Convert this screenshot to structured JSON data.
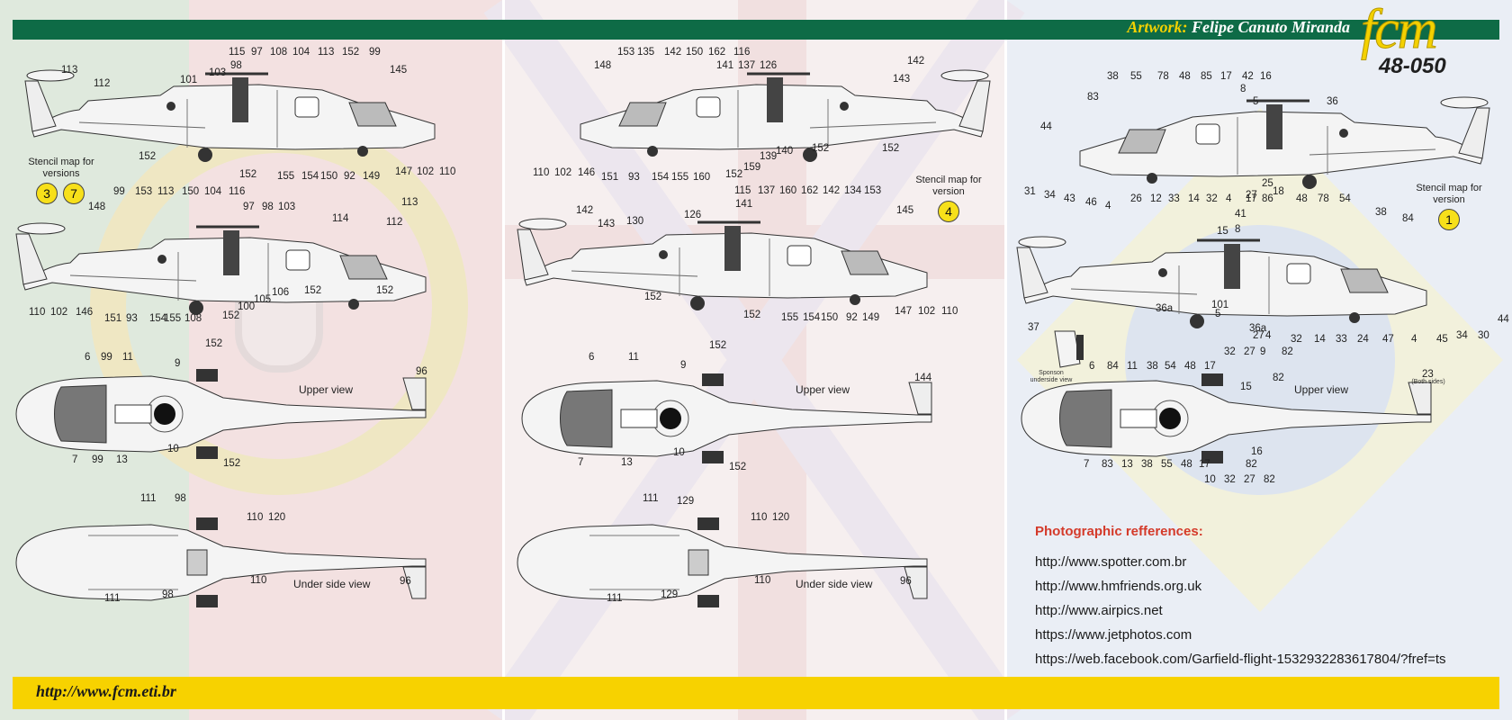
{
  "header": {
    "artwork_label": "Artwork:",
    "artist": "Felipe Canuto Miranda",
    "logo_text": "fcm",
    "sheet_number": "48-050"
  },
  "footer": {
    "website": "http://www.fcm.eti.br"
  },
  "stencil_notes": {
    "left": "Stencil map for\nversions",
    "middle": "Stencil map for\nversion",
    "right": "Stencil map for\nversion",
    "sponson": "Sponson\nunderside view",
    "both_sides": "(Both sides)"
  },
  "badges": {
    "v3": "3",
    "v7": "7",
    "v4": "4",
    "v1": "1"
  },
  "views": {
    "upper": "Upper view",
    "under": "Under side view"
  },
  "references": {
    "title": "Photographic refferences:",
    "links": [
      "http://www.spotter.com.br",
      "http://www.hmfriends.org.uk",
      "http://www.airpics.net",
      "https://www.jetphotos.com",
      "https://web.facebook.com/Garfield-flight-1532932283617804/?fref=ts"
    ]
  },
  "callouts": {
    "c1": [
      {
        "t": "113"
      },
      {
        "t": "112"
      },
      {
        "t": "101"
      },
      {
        "t": "103"
      },
      {
        "t": "98"
      },
      {
        "t": "115"
      },
      {
        "t": "97"
      },
      {
        "t": "108"
      },
      {
        "t": "104"
      },
      {
        "t": "113"
      },
      {
        "t": "152"
      },
      {
        "t": "99"
      },
      {
        "t": "145"
      },
      {
        "t": "152"
      },
      {
        "t": "152"
      },
      {
        "t": "155"
      },
      {
        "t": "154"
      },
      {
        "t": "150"
      },
      {
        "t": "92"
      },
      {
        "t": "149"
      },
      {
        "t": "147"
      },
      {
        "t": "102"
      },
      {
        "t": "110"
      }
    ],
    "c2": [
      {
        "t": "99"
      },
      {
        "t": "153"
      },
      {
        "t": "113"
      },
      {
        "t": "150"
      },
      {
        "t": "104"
      },
      {
        "t": "116"
      },
      {
        "t": "148"
      },
      {
        "t": "97"
      },
      {
        "t": "98"
      },
      {
        "t": "103"
      },
      {
        "t": "113"
      },
      {
        "t": "114"
      },
      {
        "t": "112"
      },
      {
        "t": "110"
      },
      {
        "t": "102"
      },
      {
        "t": "146"
      },
      {
        "t": "151"
      },
      {
        "t": "93"
      },
      {
        "t": "154"
      },
      {
        "t": "155"
      },
      {
        "t": "108"
      },
      {
        "t": "152"
      },
      {
        "t": "100"
      },
      {
        "t": "105"
      },
      {
        "t": "106"
      },
      {
        "t": "152"
      },
      {
        "t": "152"
      }
    ],
    "c3": [
      {
        "t": "6"
      },
      {
        "t": "99"
      },
      {
        "t": "11"
      },
      {
        "t": "9"
      },
      {
        "t": "152"
      },
      {
        "t": "96"
      },
      {
        "t": "7"
      },
      {
        "t": "99"
      },
      {
        "t": "13"
      },
      {
        "t": "10"
      },
      {
        "t": "152"
      }
    ],
    "c4": [
      {
        "t": "111"
      },
      {
        "t": "98"
      },
      {
        "t": "110"
      },
      {
        "t": "120"
      },
      {
        "t": "110"
      },
      {
        "t": "96"
      },
      {
        "t": "111"
      },
      {
        "t": "98"
      }
    ],
    "c5": [
      {
        "t": "153"
      },
      {
        "t": "135"
      },
      {
        "t": "142"
      },
      {
        "t": "150"
      },
      {
        "t": "162"
      },
      {
        "t": "116"
      },
      {
        "t": "148"
      },
      {
        "t": "141"
      },
      {
        "t": "137"
      },
      {
        "t": "126"
      },
      {
        "t": "142"
      },
      {
        "t": "143"
      },
      {
        "t": "110"
      },
      {
        "t": "102"
      },
      {
        "t": "146"
      },
      {
        "t": "151"
      },
      {
        "t": "93"
      },
      {
        "t": "154"
      },
      {
        "t": "155"
      },
      {
        "t": "160"
      },
      {
        "t": "152"
      },
      {
        "t": "159"
      },
      {
        "t": "139"
      },
      {
        "t": "140"
      },
      {
        "t": "152"
      },
      {
        "t": "152"
      }
    ],
    "c6": [
      {
        "t": "142"
      },
      {
        "t": "143"
      },
      {
        "t": "130"
      },
      {
        "t": "126"
      },
      {
        "t": "115"
      },
      {
        "t": "141"
      },
      {
        "t": "137"
      },
      {
        "t": "160"
      },
      {
        "t": "162"
      },
      {
        "t": "142"
      },
      {
        "t": "134"
      },
      {
        "t": "153"
      },
      {
        "t": "145"
      },
      {
        "t": "152"
      },
      {
        "t": "152"
      },
      {
        "t": "155"
      },
      {
        "t": "154"
      },
      {
        "t": "150"
      },
      {
        "t": "92"
      },
      {
        "t": "149"
      },
      {
        "t": "147"
      },
      {
        "t": "102"
      },
      {
        "t": "110"
      }
    ],
    "c7": [
      {
        "t": "6"
      },
      {
        "t": "11"
      },
      {
        "t": "9"
      },
      {
        "t": "152"
      },
      {
        "t": "144"
      },
      {
        "t": "7"
      },
      {
        "t": "13"
      },
      {
        "t": "10"
      },
      {
        "t": "152"
      }
    ],
    "c8": [
      {
        "t": "111"
      },
      {
        "t": "129"
      },
      {
        "t": "110"
      },
      {
        "t": "120"
      },
      {
        "t": "110"
      },
      {
        "t": "96"
      },
      {
        "t": "111"
      },
      {
        "t": "129"
      }
    ],
    "c9": [
      {
        "t": "38"
      },
      {
        "t": "55"
      },
      {
        "t": "78"
      },
      {
        "t": "48"
      },
      {
        "t": "85"
      },
      {
        "t": "17"
      },
      {
        "t": "42"
      },
      {
        "t": "16"
      },
      {
        "t": "8"
      },
      {
        "t": "5"
      },
      {
        "t": "83"
      },
      {
        "t": "36"
      },
      {
        "t": "44"
      },
      {
        "t": "31"
      },
      {
        "t": "34"
      },
      {
        "t": "43"
      },
      {
        "t": "46"
      },
      {
        "t": "4"
      },
      {
        "t": "26"
      },
      {
        "t": "12"
      },
      {
        "t": "33"
      },
      {
        "t": "14"
      },
      {
        "t": "32"
      },
      {
        "t": "4"
      },
      {
        "t": "27"
      },
      {
        "t": "25"
      },
      {
        "t": "18"
      }
    ],
    "c10": [
      {
        "t": "17"
      },
      {
        "t": "86"
      },
      {
        "t": "48"
      },
      {
        "t": "78"
      },
      {
        "t": "54"
      },
      {
        "t": "41"
      },
      {
        "t": "8"
      },
      {
        "t": "38"
      },
      {
        "t": "84"
      },
      {
        "t": "15"
      },
      {
        "t": "101"
      },
      {
        "t": "36a"
      },
      {
        "t": "5"
      },
      {
        "t": "36a"
      },
      {
        "t": "27"
      },
      {
        "t": "4"
      },
      {
        "t": "32"
      },
      {
        "t": "14"
      },
      {
        "t": "33"
      },
      {
        "t": "24"
      },
      {
        "t": "47"
      },
      {
        "t": "4"
      },
      {
        "t": "45"
      },
      {
        "t": "34"
      },
      {
        "t": "30"
      },
      {
        "t": "44"
      }
    ],
    "c11": [
      {
        "t": "37"
      },
      {
        "t": "6"
      },
      {
        "t": "84"
      },
      {
        "t": "11"
      },
      {
        "t": "38"
      },
      {
        "t": "54"
      },
      {
        "t": "48"
      },
      {
        "t": "17"
      },
      {
        "t": "32"
      },
      {
        "t": "27"
      },
      {
        "t": "9"
      },
      {
        "t": "82"
      },
      {
        "t": "82"
      },
      {
        "t": "15"
      },
      {
        "t": "23"
      },
      {
        "t": "7"
      },
      {
        "t": "83"
      },
      {
        "t": "13"
      },
      {
        "t": "38"
      },
      {
        "t": "55"
      },
      {
        "t": "48"
      },
      {
        "t": "17"
      },
      {
        "t": "16"
      },
      {
        "t": "82"
      },
      {
        "t": "10"
      },
      {
        "t": "32"
      },
      {
        "t": "27"
      },
      {
        "t": "82"
      }
    ]
  }
}
